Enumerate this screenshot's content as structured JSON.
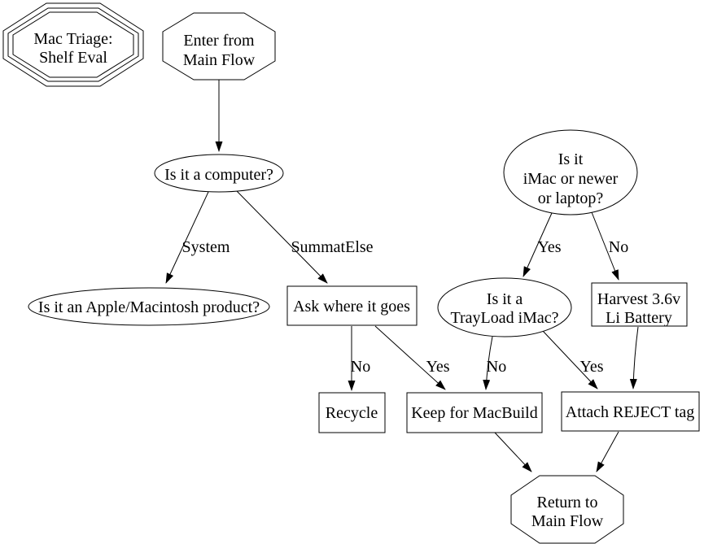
{
  "diagram": {
    "background_color": "#ffffff",
    "line_color": "#000000",
    "text_color": "#000000",
    "nodes": {
      "title": {
        "shape": "tripleoctagon",
        "lines": [
          "Mac Triage:",
          "Shelf Eval"
        ]
      },
      "enter": {
        "shape": "octagon",
        "lines": [
          "Enter from",
          "Main Flow"
        ]
      },
      "is_computer": {
        "shape": "ellipse",
        "label": "Is it a computer?"
      },
      "is_apple": {
        "shape": "ellipse",
        "label": "Is it an Apple/Macintosh product?"
      },
      "imac_or_newer": {
        "shape": "ellipse",
        "lines": [
          "Is it",
          "iMac or newer",
          "or laptop?"
        ]
      },
      "trayload": {
        "shape": "ellipse",
        "lines": [
          "Is it a",
          "TrayLoad iMac?"
        ]
      },
      "harvest": {
        "shape": "box",
        "lines": [
          "Harvest 3.6v",
          "Li Battery"
        ]
      },
      "ask_where": {
        "shape": "box",
        "label": "Ask where it goes"
      },
      "recycle": {
        "shape": "box",
        "label": "Recycle"
      },
      "keep": {
        "shape": "box",
        "label": "Keep for MacBuild"
      },
      "reject": {
        "shape": "box",
        "label": "Attach REJECT tag"
      },
      "return": {
        "shape": "octagon",
        "lines": [
          "Return to",
          "Main Flow"
        ]
      }
    },
    "edges": [
      {
        "from": "enter",
        "to": "is_computer",
        "label": ""
      },
      {
        "from": "is_computer",
        "to": "is_apple",
        "label": "System"
      },
      {
        "from": "is_computer",
        "to": "ask_where",
        "label": "SummatElse"
      },
      {
        "from": "imac_or_newer",
        "to": "trayload",
        "label": "Yes"
      },
      {
        "from": "imac_or_newer",
        "to": "harvest",
        "label": "No"
      },
      {
        "from": "ask_where",
        "to": "recycle",
        "label": "No"
      },
      {
        "from": "ask_where",
        "to": "keep",
        "label": "Yes"
      },
      {
        "from": "trayload",
        "to": "keep",
        "label": "No"
      },
      {
        "from": "trayload",
        "to": "reject",
        "label": "Yes"
      },
      {
        "from": "harvest",
        "to": "reject",
        "label": ""
      },
      {
        "from": "keep",
        "to": "return",
        "label": ""
      },
      {
        "from": "reject",
        "to": "return",
        "label": ""
      }
    ]
  }
}
